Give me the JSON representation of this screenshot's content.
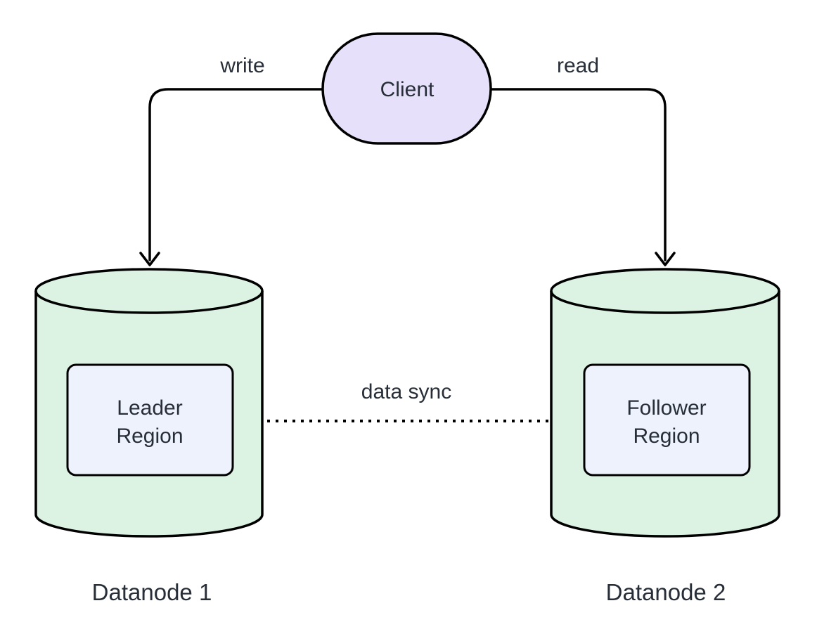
{
  "diagram": {
    "client": {
      "label": "Client"
    },
    "edges": {
      "write": {
        "label": "write",
        "style": "solid-arrow"
      },
      "read": {
        "label": "read",
        "style": "solid-arrow"
      },
      "data_sync": {
        "label": "data sync",
        "style": "dotted-arrow"
      }
    },
    "datanodes": [
      {
        "label": "Datanode 1",
        "region_line1": "Leader",
        "region_line2": "Region"
      },
      {
        "label": "Datanode 2",
        "region_line1": "Follower",
        "region_line2": "Region"
      }
    ],
    "colors": {
      "background": "#ffffff",
      "client_fill": "#e6e0fa",
      "cylinder_fill": "#dcf3e3",
      "region_fill": "#edf2fc",
      "stroke": "#000000",
      "text": "#272e38"
    }
  }
}
